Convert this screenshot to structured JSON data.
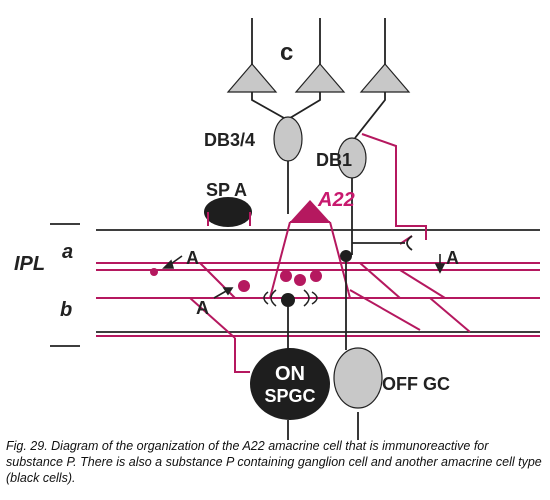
{
  "colors": {
    "magenta": "#b5185f",
    "cell_gray": "#c8c8c8",
    "dark_cell": "#1e1e1e",
    "line": "#222222"
  },
  "labels": {
    "cones": "c",
    "db34": "DB3/4",
    "db1": "DB1",
    "spa": "SP A",
    "a22": "A22",
    "ipl": "IPL",
    "sublamina_a": "a",
    "sublamina_b": "b",
    "amacrine_upper_left": "A",
    "amacrine_lower_left": "A",
    "amacrine_right": "A",
    "on_line1": "ON",
    "on_line2": "SPGC",
    "off_gc": "OFF GC"
  },
  "caption": "Fig. 29. Diagram of the organization of the A22 amacrine cell that is immunoreactive for  substance P. There is also a substance P containing ganglion cell and another amacrine cell type (black cells)."
}
